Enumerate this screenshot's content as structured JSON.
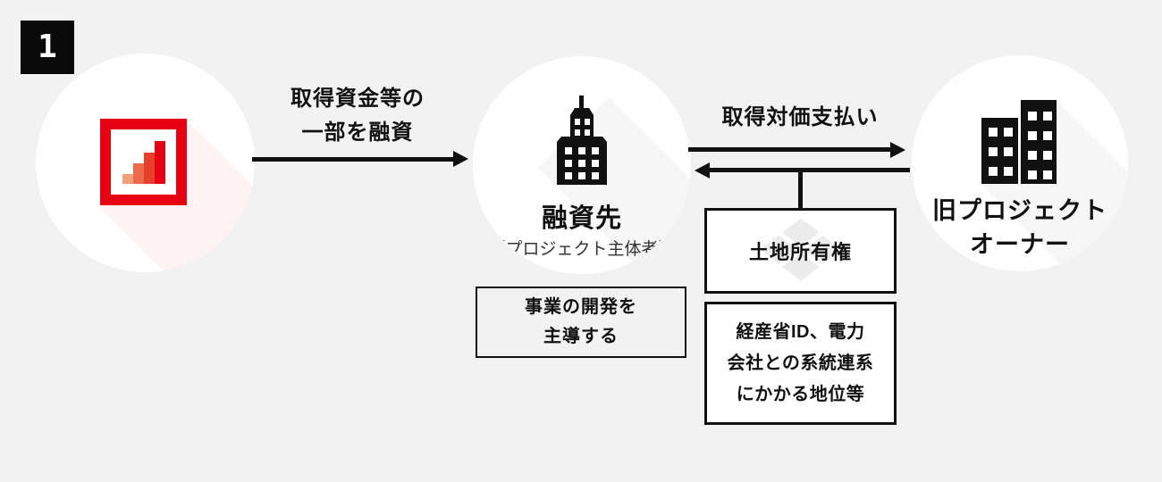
{
  "badge": {
    "number": "1"
  },
  "colors": {
    "background": "#f2f2f2",
    "accent_red": "#e60012",
    "ink_black": "#111111",
    "subtitle_gray": "#333333",
    "watermark_gray": "#ececec"
  },
  "nodes": {
    "lender": {
      "icon": "bar-chart-logo"
    },
    "borrower": {
      "title": "融資先",
      "subtitle": "（プロジェクト主体者）",
      "icon": "office-tower"
    },
    "old_owner": {
      "title_line1": "旧プロジェクト",
      "title_line2": "オーナー",
      "icon": "two-buildings"
    }
  },
  "arrows": {
    "loan": {
      "line1": "取得資金等の",
      "line2": "一部を融資",
      "direction": "right"
    },
    "payment": {
      "label": "取得対価支払い",
      "direction": "right"
    },
    "transfer": {
      "direction": "left"
    }
  },
  "boxes": {
    "development": {
      "line1": "事業の開発を",
      "line2": "主導する"
    },
    "land": {
      "label": "土地所有権"
    },
    "meti": {
      "lines": [
        "経産省ID、電力",
        "会社との系統連系",
        "にかかる地位等"
      ]
    }
  }
}
